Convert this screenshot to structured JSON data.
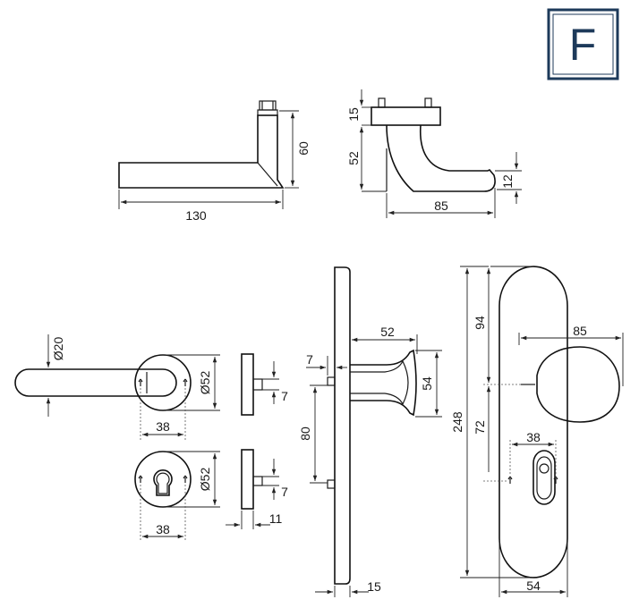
{
  "logo": {
    "letter": "F",
    "color": "#1d3a5a"
  },
  "dimensions": {
    "lever_length": "130",
    "lever_height": "60",
    "lever_top": "15",
    "lever_drop": "52",
    "lever_depth": "85",
    "lever_thickness": "12",
    "grip_diameter": "Ø20",
    "rose_diameter": "Ø52",
    "rose_width": "38",
    "escutcheon_diameter": "Ø52",
    "escutcheon_width": "38",
    "rose_projection": "7",
    "escutcheon_projection": "7",
    "escutcheon_thickness": "11",
    "plate_offset": "7",
    "side_reach": "52",
    "side_height": "54",
    "fixing_spacing": "80",
    "plate_thickness": "15",
    "plate_upper": "94",
    "plate_lower": "72",
    "plate_length": "248",
    "plate_reach": "85",
    "cylinder_width": "38",
    "plate_width": "54"
  }
}
